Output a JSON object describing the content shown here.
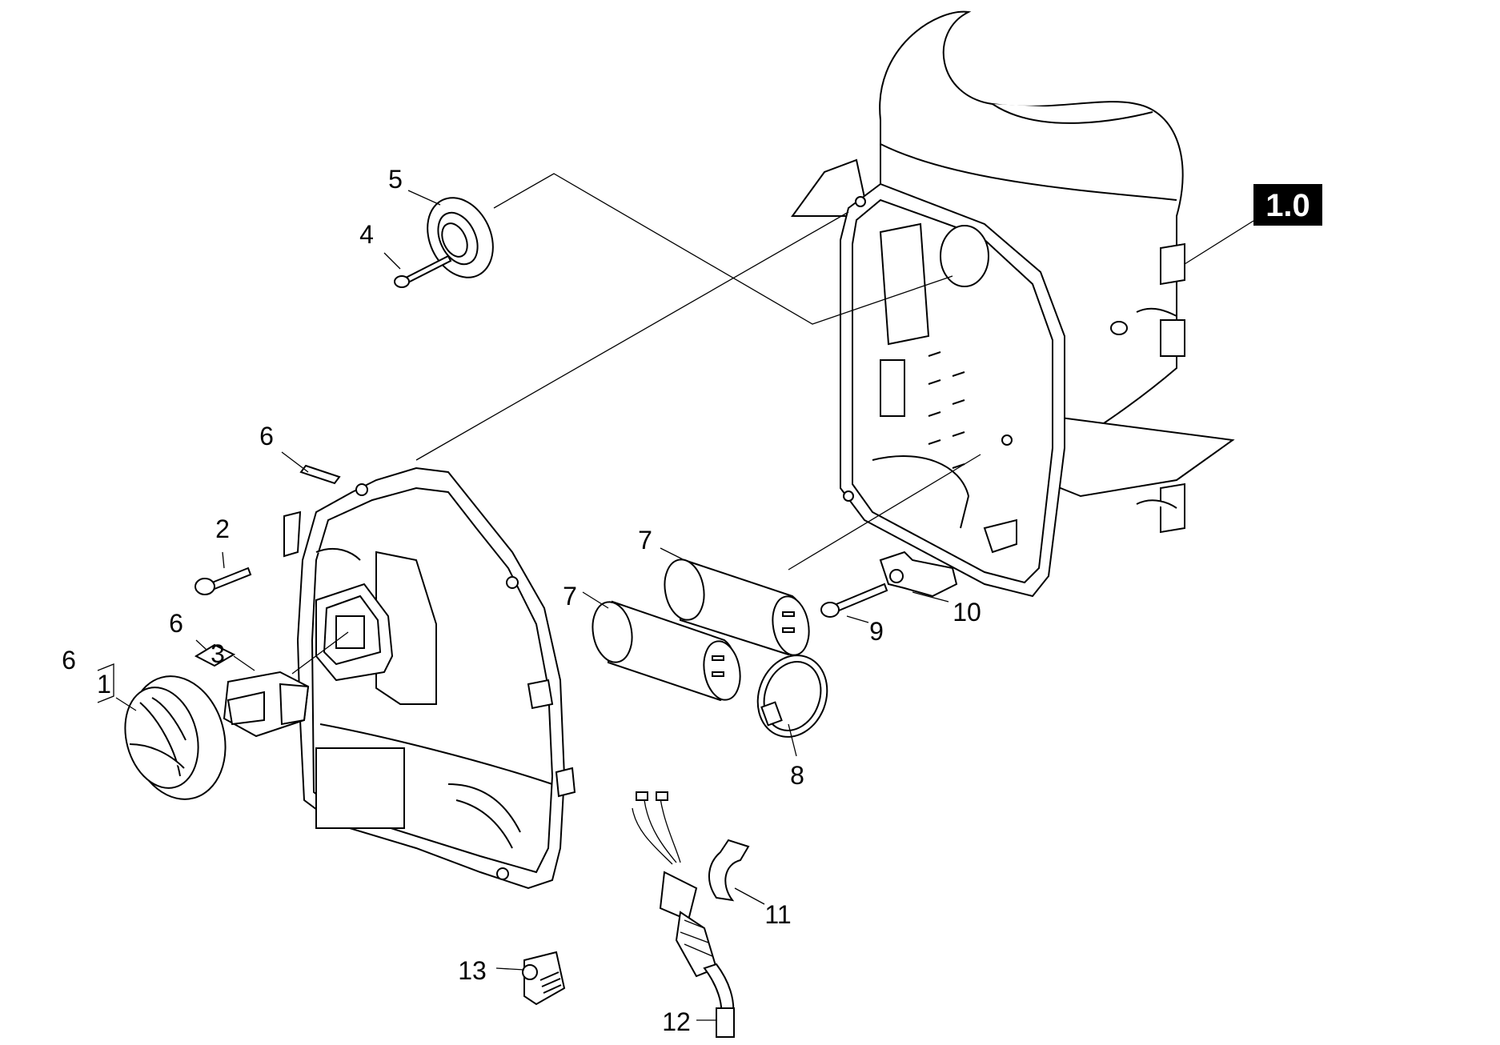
{
  "diagram": {
    "assembly_badge": "1.0",
    "callouts": [
      {
        "id": "c1",
        "label": "1"
      },
      {
        "id": "c2",
        "label": "2"
      },
      {
        "id": "c3",
        "label": "3"
      },
      {
        "id": "c4",
        "label": "4"
      },
      {
        "id": "c5",
        "label": "5"
      },
      {
        "id": "c6a",
        "label": "6"
      },
      {
        "id": "c6b",
        "label": "6"
      },
      {
        "id": "c6c",
        "label": "6"
      },
      {
        "id": "c7a",
        "label": "7"
      },
      {
        "id": "c7b",
        "label": "7"
      },
      {
        "id": "c8",
        "label": "8"
      },
      {
        "id": "c9",
        "label": "9"
      },
      {
        "id": "c10",
        "label": "10"
      },
      {
        "id": "c11",
        "label": "11"
      },
      {
        "id": "c12",
        "label": "12"
      },
      {
        "id": "c13",
        "label": "13"
      }
    ]
  }
}
